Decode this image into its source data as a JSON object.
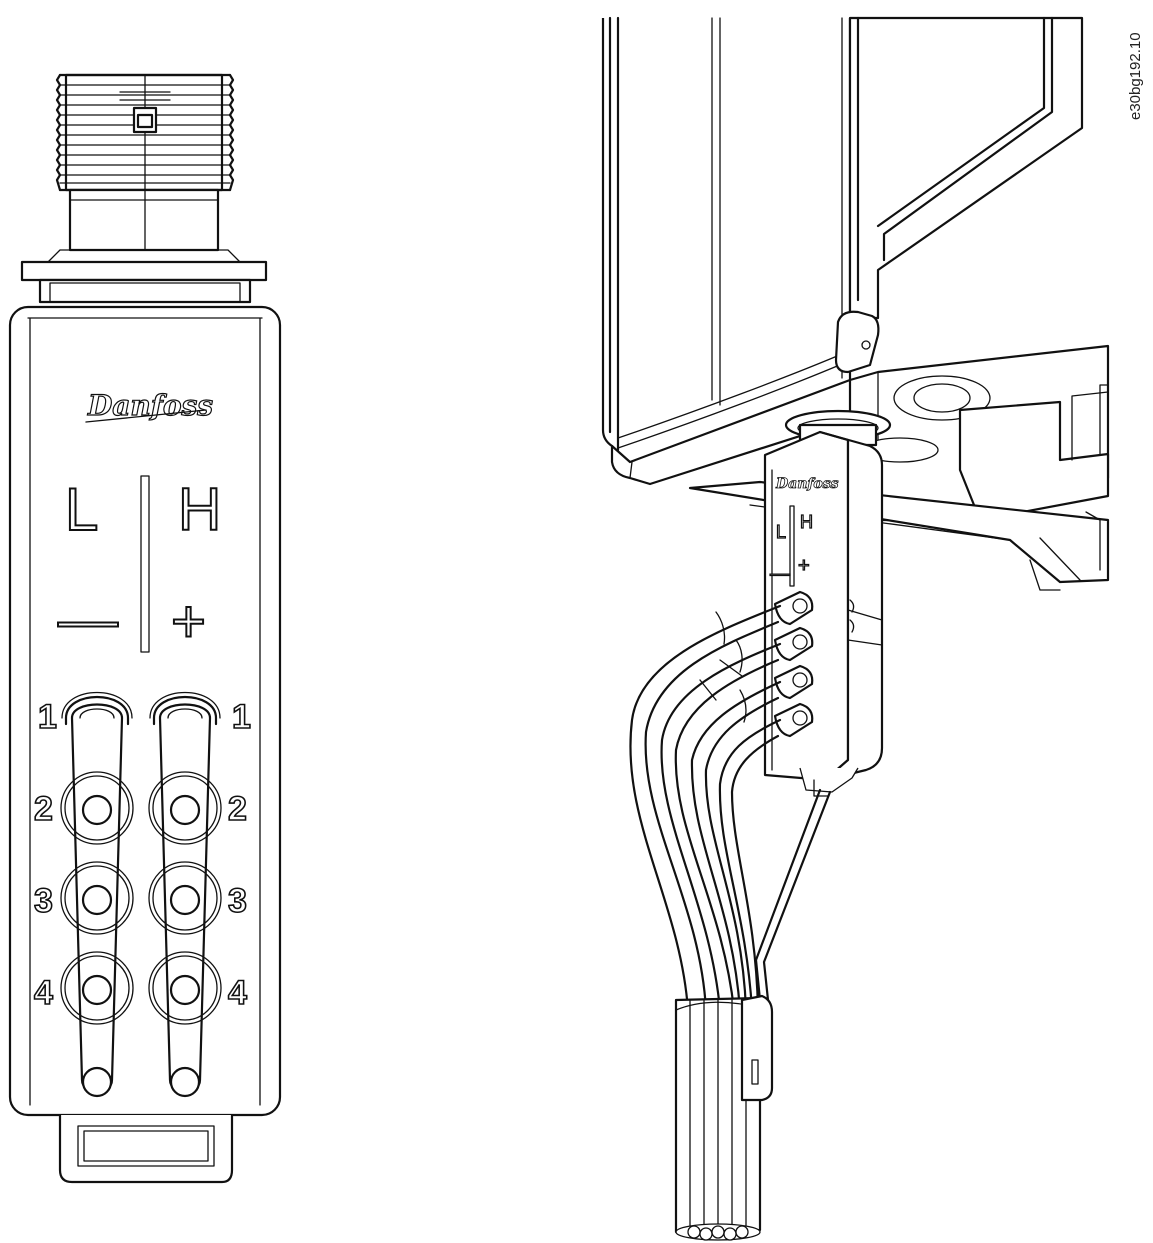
{
  "brand": "Danfoss",
  "front_view": {
    "labels": {
      "left": "L",
      "right": "H",
      "minus": "—",
      "plus": "+"
    },
    "terminal_numbers": [
      "1",
      "2",
      "3",
      "4"
    ]
  },
  "installed_view": {
    "labels": {
      "left": "L",
      "right": "H",
      "minus": "—",
      "plus": "+"
    }
  },
  "figure_ref": "e30bg192.10"
}
